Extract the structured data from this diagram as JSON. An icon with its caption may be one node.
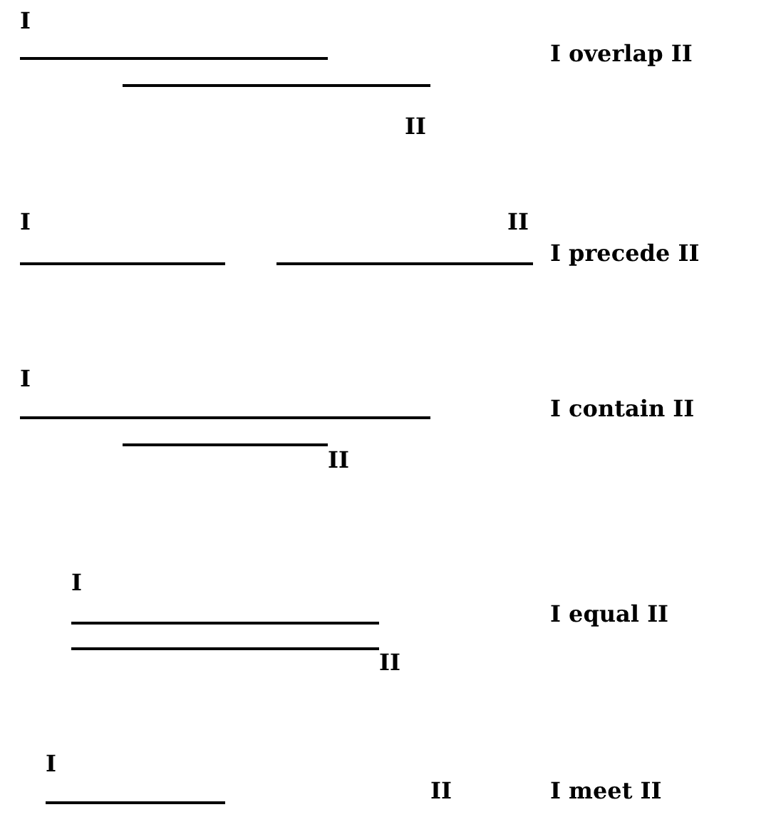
{
  "diagram": {
    "labels": [
      "I",
      "I overlap II",
      "II",
      "I",
      "II",
      "I precede II",
      "I",
      "I contain II",
      "II",
      "I",
      "I equal II",
      "II",
      "I",
      "II",
      "I meet II"
    ]
  }
}
